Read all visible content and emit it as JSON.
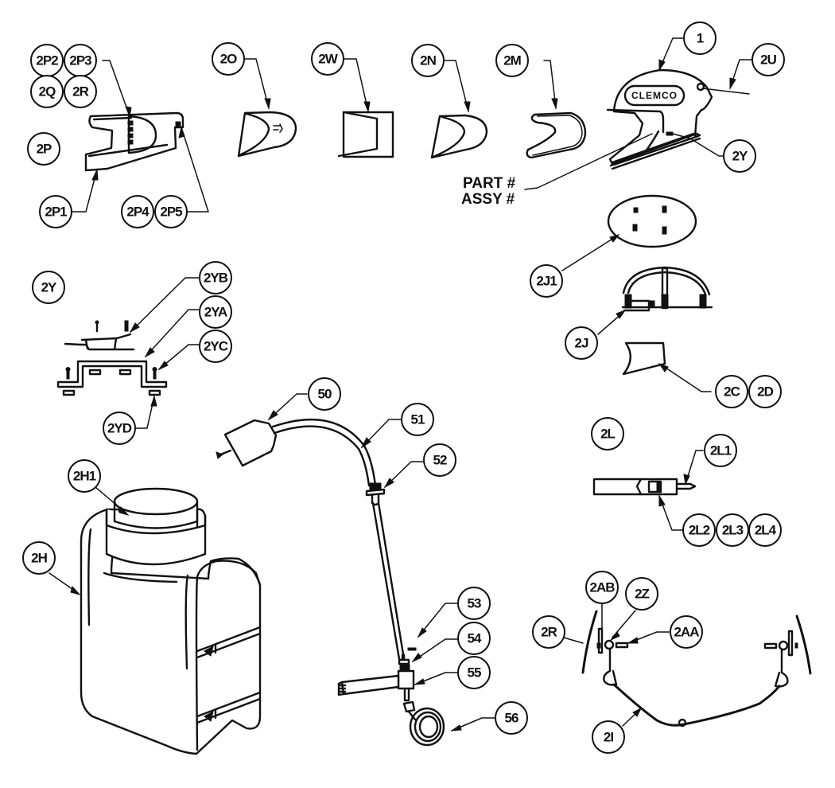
{
  "diagram": {
    "type": "exploded parts diagram",
    "subject": "Supplied-air blast helmet with cooling/breathing tube and tank",
    "brand_logo_text": "CLEMCO",
    "annotation": {
      "line1": "PART #",
      "line2": "ASSY #"
    },
    "callouts": [
      {
        "id": "c-2P2",
        "label": "2P2",
        "group": "suspension-clip"
      },
      {
        "id": "c-2P3",
        "label": "2P3",
        "group": "suspension-clip"
      },
      {
        "id": "c-2Q",
        "label": "2Q",
        "group": "suspension-clip"
      },
      {
        "id": "c-2R-top",
        "label": "2R",
        "group": "suspension-clip"
      },
      {
        "id": "c-2P",
        "label": "2P",
        "group": "suspension-clip"
      },
      {
        "id": "c-2P1",
        "label": "2P1",
        "group": "suspension-clip"
      },
      {
        "id": "c-2P4",
        "label": "2P4",
        "group": "suspension-clip"
      },
      {
        "id": "c-2P5",
        "label": "2P5",
        "group": "suspension-clip"
      },
      {
        "id": "c-2O",
        "label": "2O",
        "group": "lens-cover"
      },
      {
        "id": "c-2W",
        "label": "2W",
        "group": "lens"
      },
      {
        "id": "c-2N",
        "label": "2N",
        "group": "lens-cover"
      },
      {
        "id": "c-2M",
        "label": "2M",
        "group": "gasket"
      },
      {
        "id": "c-1",
        "label": "1",
        "group": "helmet"
      },
      {
        "id": "c-2U",
        "label": "2U",
        "group": "helmet"
      },
      {
        "id": "c-2Y-top",
        "label": "2Y",
        "group": "helmet"
      },
      {
        "id": "c-2Y",
        "label": "2Y",
        "group": "bracket-assembly"
      },
      {
        "id": "c-2YB",
        "label": "2YB",
        "group": "bracket-assembly"
      },
      {
        "id": "c-2YA",
        "label": "2YA",
        "group": "bracket-assembly"
      },
      {
        "id": "c-2YC",
        "label": "2YC",
        "group": "bracket-assembly"
      },
      {
        "id": "c-2YD",
        "label": "2YD",
        "group": "bracket-assembly"
      },
      {
        "id": "c-2J1",
        "label": "2J1",
        "group": "headband"
      },
      {
        "id": "c-2J",
        "label": "2J",
        "group": "headband"
      },
      {
        "id": "c-2C",
        "label": "2C",
        "group": "pad"
      },
      {
        "id": "c-2D",
        "label": "2D",
        "group": "pad"
      },
      {
        "id": "c-2L",
        "label": "2L",
        "group": "valve"
      },
      {
        "id": "c-2L1",
        "label": "2L1",
        "group": "valve"
      },
      {
        "id": "c-2L2",
        "label": "2L2",
        "group": "valve"
      },
      {
        "id": "c-2L3",
        "label": "2L3",
        "group": "valve"
      },
      {
        "id": "c-2L4",
        "label": "2L4",
        "group": "valve"
      },
      {
        "id": "c-50",
        "label": "50",
        "group": "breathing-tube"
      },
      {
        "id": "c-51",
        "label": "51",
        "group": "breathing-tube"
      },
      {
        "id": "c-52",
        "label": "52",
        "group": "breathing-tube"
      },
      {
        "id": "c-53",
        "label": "53",
        "group": "breathing-tube"
      },
      {
        "id": "c-54",
        "label": "54",
        "group": "breathing-tube"
      },
      {
        "id": "c-55",
        "label": "55",
        "group": "breathing-tube"
      },
      {
        "id": "c-56",
        "label": "56",
        "group": "breathing-tube"
      },
      {
        "id": "c-2H1",
        "label": "2H1",
        "group": "tank"
      },
      {
        "id": "c-2H",
        "label": "2H",
        "group": "tank"
      },
      {
        "id": "c-2AB",
        "label": "2AB",
        "group": "chin-strap"
      },
      {
        "id": "c-2Z",
        "label": "2Z",
        "group": "chin-strap"
      },
      {
        "id": "c-2R",
        "label": "2R",
        "group": "chin-strap"
      },
      {
        "id": "c-2AA",
        "label": "2AA",
        "group": "chin-strap"
      },
      {
        "id": "c-2I",
        "label": "2I",
        "group": "chin-strap"
      }
    ]
  }
}
